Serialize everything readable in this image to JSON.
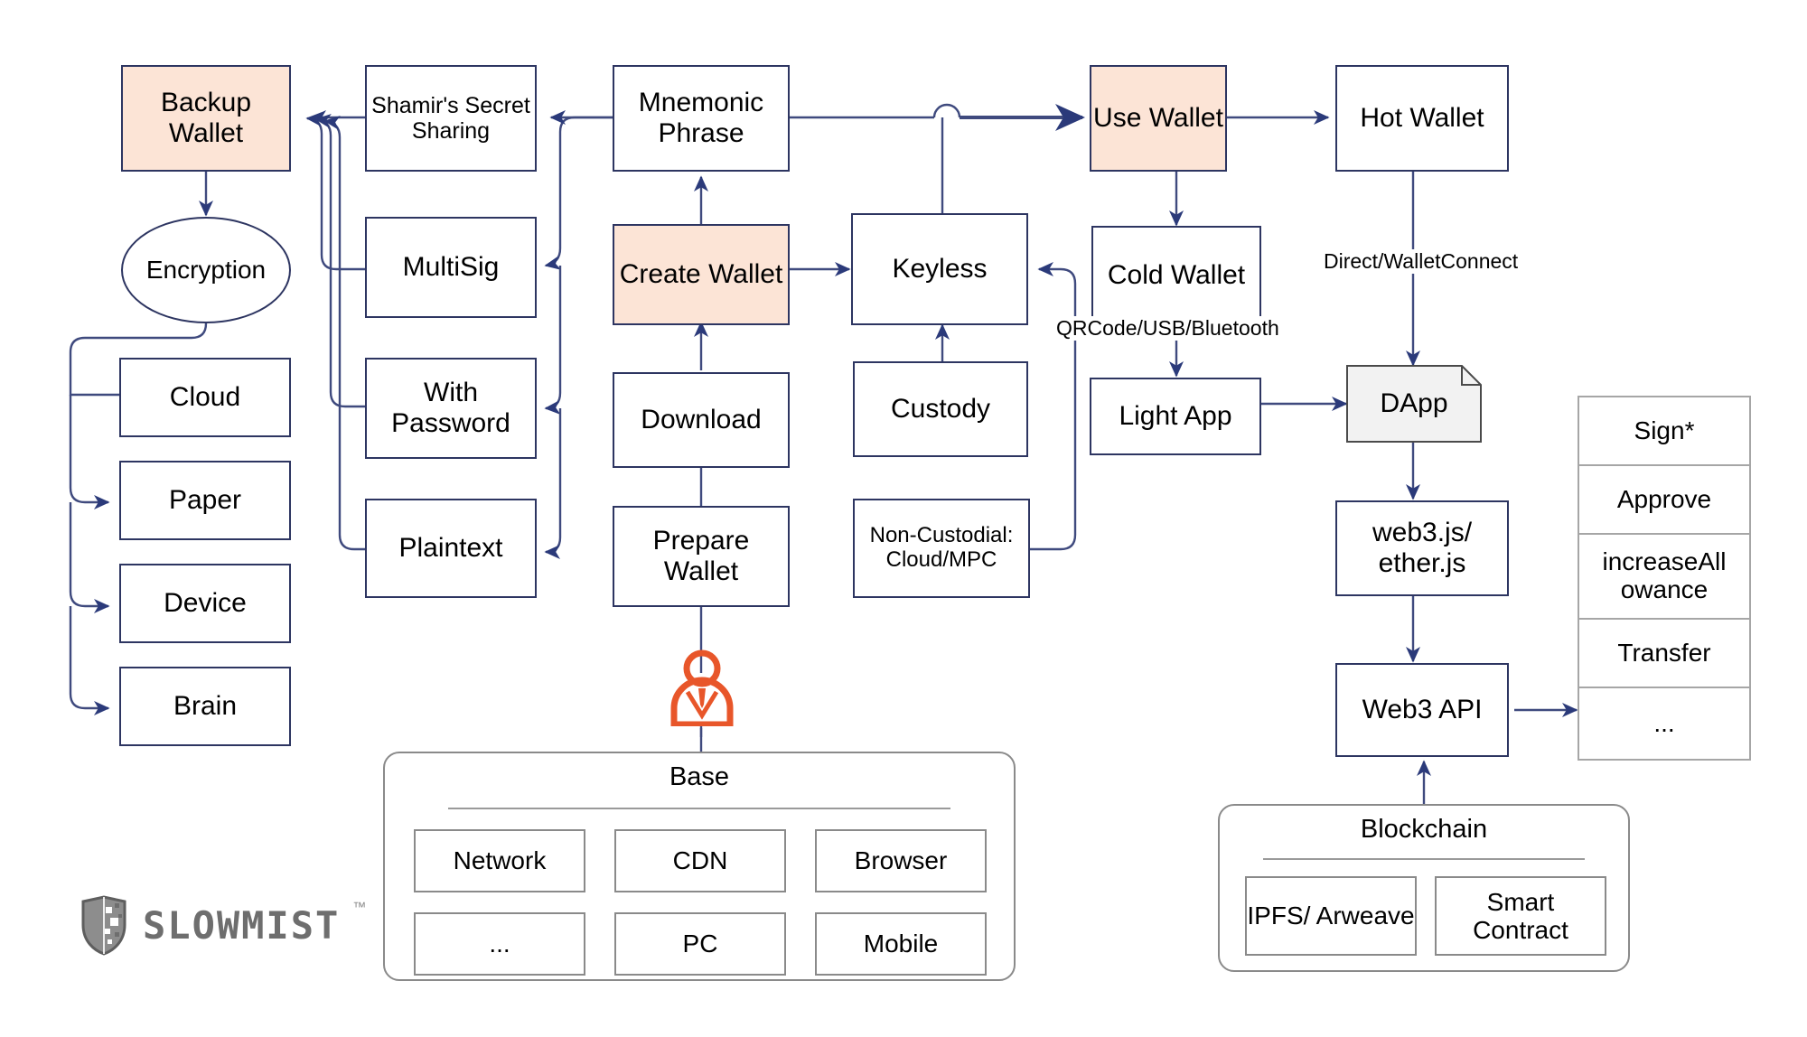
{
  "diagram": {
    "title": "Wallet Lifecycle and Security Flowchart",
    "colors": {
      "accent_fill": "#fce4d6",
      "node_stroke": "#2d3561",
      "edge_stroke": "#3f4a7e",
      "group_stroke": "#8a8a8a",
      "doc_fill": "#f2f2f2",
      "actor_orange": "#e8562a",
      "logo_gray": "#6e6e6e"
    },
    "nodes": {
      "backup_wallet": "Backup Wallet",
      "shamir": "Shamir's Secret Sharing",
      "mnemonic_phrase": "Mnemonic Phrase",
      "use_wallet": "Use Wallet",
      "hot_wallet": "Hot Wallet",
      "encryption": "Encryption",
      "multisig": "MultiSig",
      "create_wallet": "Create Wallet",
      "keyless": "Keyless",
      "cold_wallet": "Cold Wallet",
      "cloud": "Cloud",
      "with_password": "With Password",
      "download": "Download",
      "custody": "Custody",
      "light_app": "Light App",
      "dapp": "DApp",
      "paper": "Paper",
      "plaintext": "Plaintext",
      "prepare_wallet": "Prepare Wallet",
      "non_custodial": "Non-Custodial: Cloud/MPC",
      "web3js": "web3.js/ ether.js",
      "device": "Device",
      "brain": "Brain",
      "web3_api": "Web3 API"
    },
    "edge_labels": {
      "qrcode_usb_bluetooth": "QRCode/USB/Bluetooth",
      "direct_walletconnect": "Direct/WalletConnect"
    },
    "base_group": {
      "title": "Base",
      "items": [
        "Network",
        "CDN",
        "Browser",
        "...",
        "PC",
        "Mobile"
      ]
    },
    "blockchain_group": {
      "title": "Blockchain",
      "items": [
        "IPFS/ Arweave",
        "Smart Contract"
      ]
    },
    "actions_list": {
      "items": [
        "Sign*",
        "Approve",
        "increaseAll owance",
        "Transfer",
        "..."
      ]
    },
    "actor": {
      "name": "user-actor-icon"
    },
    "brand": {
      "name": "slowmist-logo",
      "text": "SLOWMIST",
      "trademark": "™"
    }
  }
}
